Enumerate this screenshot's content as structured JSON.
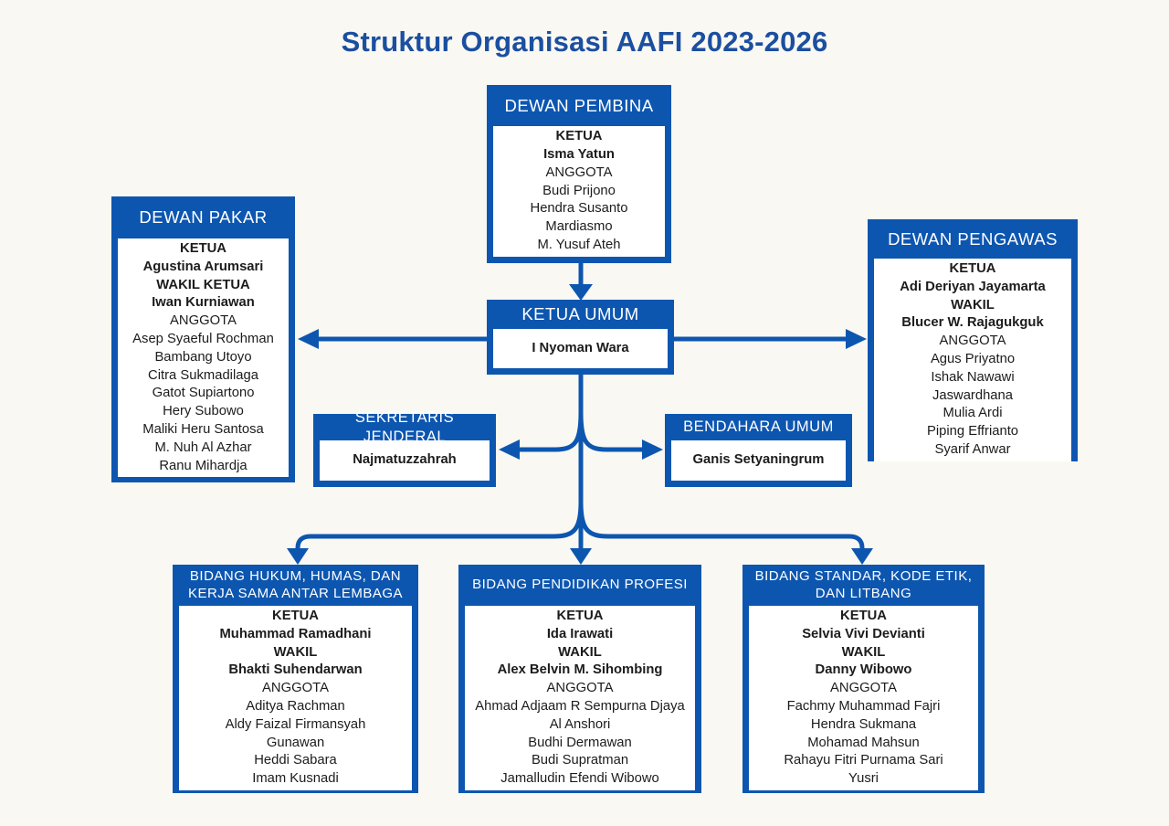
{
  "title": "Struktur Organisasi AAFI 2023-2026",
  "colors": {
    "accent": "#0d56b0",
    "title_text": "#1b4fa0",
    "background": "#faf8f2",
    "header_text": "#ffffff",
    "body_text": "#1c1c1c"
  },
  "boxes": {
    "dewan_pembina": {
      "header": "DEWAN PEMBINA",
      "lines": [
        {
          "text": "KETUA",
          "bold": true
        },
        {
          "text": "Isma Yatun",
          "bold": true
        },
        {
          "text": "ANGGOTA",
          "bold": false
        },
        {
          "text": "Budi Prijono",
          "bold": false
        },
        {
          "text": "Hendra Susanto",
          "bold": false
        },
        {
          "text": "Mardiasmo",
          "bold": false
        },
        {
          "text": "M. Yusuf Ateh",
          "bold": false
        }
      ]
    },
    "dewan_pakar": {
      "header": "DEWAN PAKAR",
      "lines": [
        {
          "text": "KETUA",
          "bold": true
        },
        {
          "text": "Agustina Arumsari",
          "bold": true
        },
        {
          "text": "WAKIL KETUA",
          "bold": true
        },
        {
          "text": "Iwan Kurniawan",
          "bold": true
        },
        {
          "text": "ANGGOTA",
          "bold": false
        },
        {
          "text": "Asep Syaeful Rochman",
          "bold": false
        },
        {
          "text": "Bambang Utoyo",
          "bold": false
        },
        {
          "text": "Citra Sukmadilaga",
          "bold": false
        },
        {
          "text": "Gatot Supiartono",
          "bold": false
        },
        {
          "text": "Hery Subowo",
          "bold": false
        },
        {
          "text": "Maliki Heru Santosa",
          "bold": false
        },
        {
          "text": "M. Nuh Al Azhar",
          "bold": false
        },
        {
          "text": "Ranu Mihardja",
          "bold": false
        }
      ]
    },
    "dewan_pengawas": {
      "header": "DEWAN PENGAWAS",
      "lines": [
        {
          "text": "KETUA",
          "bold": true
        },
        {
          "text": "Adi Deriyan Jayamarta",
          "bold": true
        },
        {
          "text": "WAKIL",
          "bold": true
        },
        {
          "text": "Blucer W. Rajagukguk",
          "bold": true
        },
        {
          "text": "ANGGOTA",
          "bold": false
        },
        {
          "text": "Agus Priyatno",
          "bold": false
        },
        {
          "text": "Ishak Nawawi",
          "bold": false
        },
        {
          "text": "Jaswardhana",
          "bold": false
        },
        {
          "text": "Mulia Ardi",
          "bold": false
        },
        {
          "text": "Piping Effrianto",
          "bold": false
        },
        {
          "text": "Syarif Anwar",
          "bold": false
        }
      ]
    },
    "ketua_umum": {
      "header": "KETUA UMUM",
      "lines": [
        {
          "text": "I Nyoman Wara",
          "bold": true
        }
      ]
    },
    "sekretaris_jenderal": {
      "header": "SEKRETARIS JENDERAL",
      "lines": [
        {
          "text": "Najmatuzzahrah",
          "bold": true
        }
      ]
    },
    "bendahara_umum": {
      "header": "BENDAHARA UMUM",
      "lines": [
        {
          "text": "Ganis Setyaningrum",
          "bold": true
        }
      ]
    },
    "bidang_hukum": {
      "header": "BIDANG HUKUM, HUMAS, DAN KERJA SAMA ANTAR LEMBAGA",
      "lines": [
        {
          "text": "KETUA",
          "bold": true
        },
        {
          "text": "Muhammad Ramadhani",
          "bold": true
        },
        {
          "text": "WAKIL",
          "bold": true
        },
        {
          "text": "Bhakti Suhendarwan",
          "bold": true
        },
        {
          "text": "ANGGOTA",
          "bold": false
        },
        {
          "text": "Aditya Rachman",
          "bold": false
        },
        {
          "text": "Aldy Faizal Firmansyah",
          "bold": false
        },
        {
          "text": "Gunawan",
          "bold": false
        },
        {
          "text": "Heddi Sabara",
          "bold": false
        },
        {
          "text": "Imam Kusnadi",
          "bold": false
        }
      ]
    },
    "bidang_pendidikan": {
      "header": "BIDANG PENDIDIKAN PROFESI",
      "lines": [
        {
          "text": "KETUA",
          "bold": true
        },
        {
          "text": "Ida Irawati",
          "bold": true
        },
        {
          "text": "WAKIL",
          "bold": true
        },
        {
          "text": "Alex Belvin M. Sihombing",
          "bold": true
        },
        {
          "text": "ANGGOTA",
          "bold": false
        },
        {
          "text": "Ahmad Adjaam R Sempurna Djaya",
          "bold": false
        },
        {
          "text": "Al Anshori",
          "bold": false
        },
        {
          "text": "Budhi Dermawan",
          "bold": false
        },
        {
          "text": "Budi Supratman",
          "bold": false
        },
        {
          "text": "Jamalludin Efendi Wibowo",
          "bold": false
        }
      ]
    },
    "bidang_standar": {
      "header": "BIDANG STANDAR, KODE ETIK, DAN LITBANG",
      "lines": [
        {
          "text": "KETUA",
          "bold": true
        },
        {
          "text": "Selvia Vivi Devianti",
          "bold": true
        },
        {
          "text": "WAKIL",
          "bold": true
        },
        {
          "text": "Danny Wibowo",
          "bold": true
        },
        {
          "text": "ANGGOTA",
          "bold": false
        },
        {
          "text": "Fachmy Muhammad Fajri",
          "bold": false
        },
        {
          "text": "Hendra Sukmana",
          "bold": false
        },
        {
          "text": "Mohamad Mahsun",
          "bold": false
        },
        {
          "text": "Rahayu Fitri Purnama Sari",
          "bold": false
        },
        {
          "text": "Yusri",
          "bold": false
        }
      ]
    }
  }
}
